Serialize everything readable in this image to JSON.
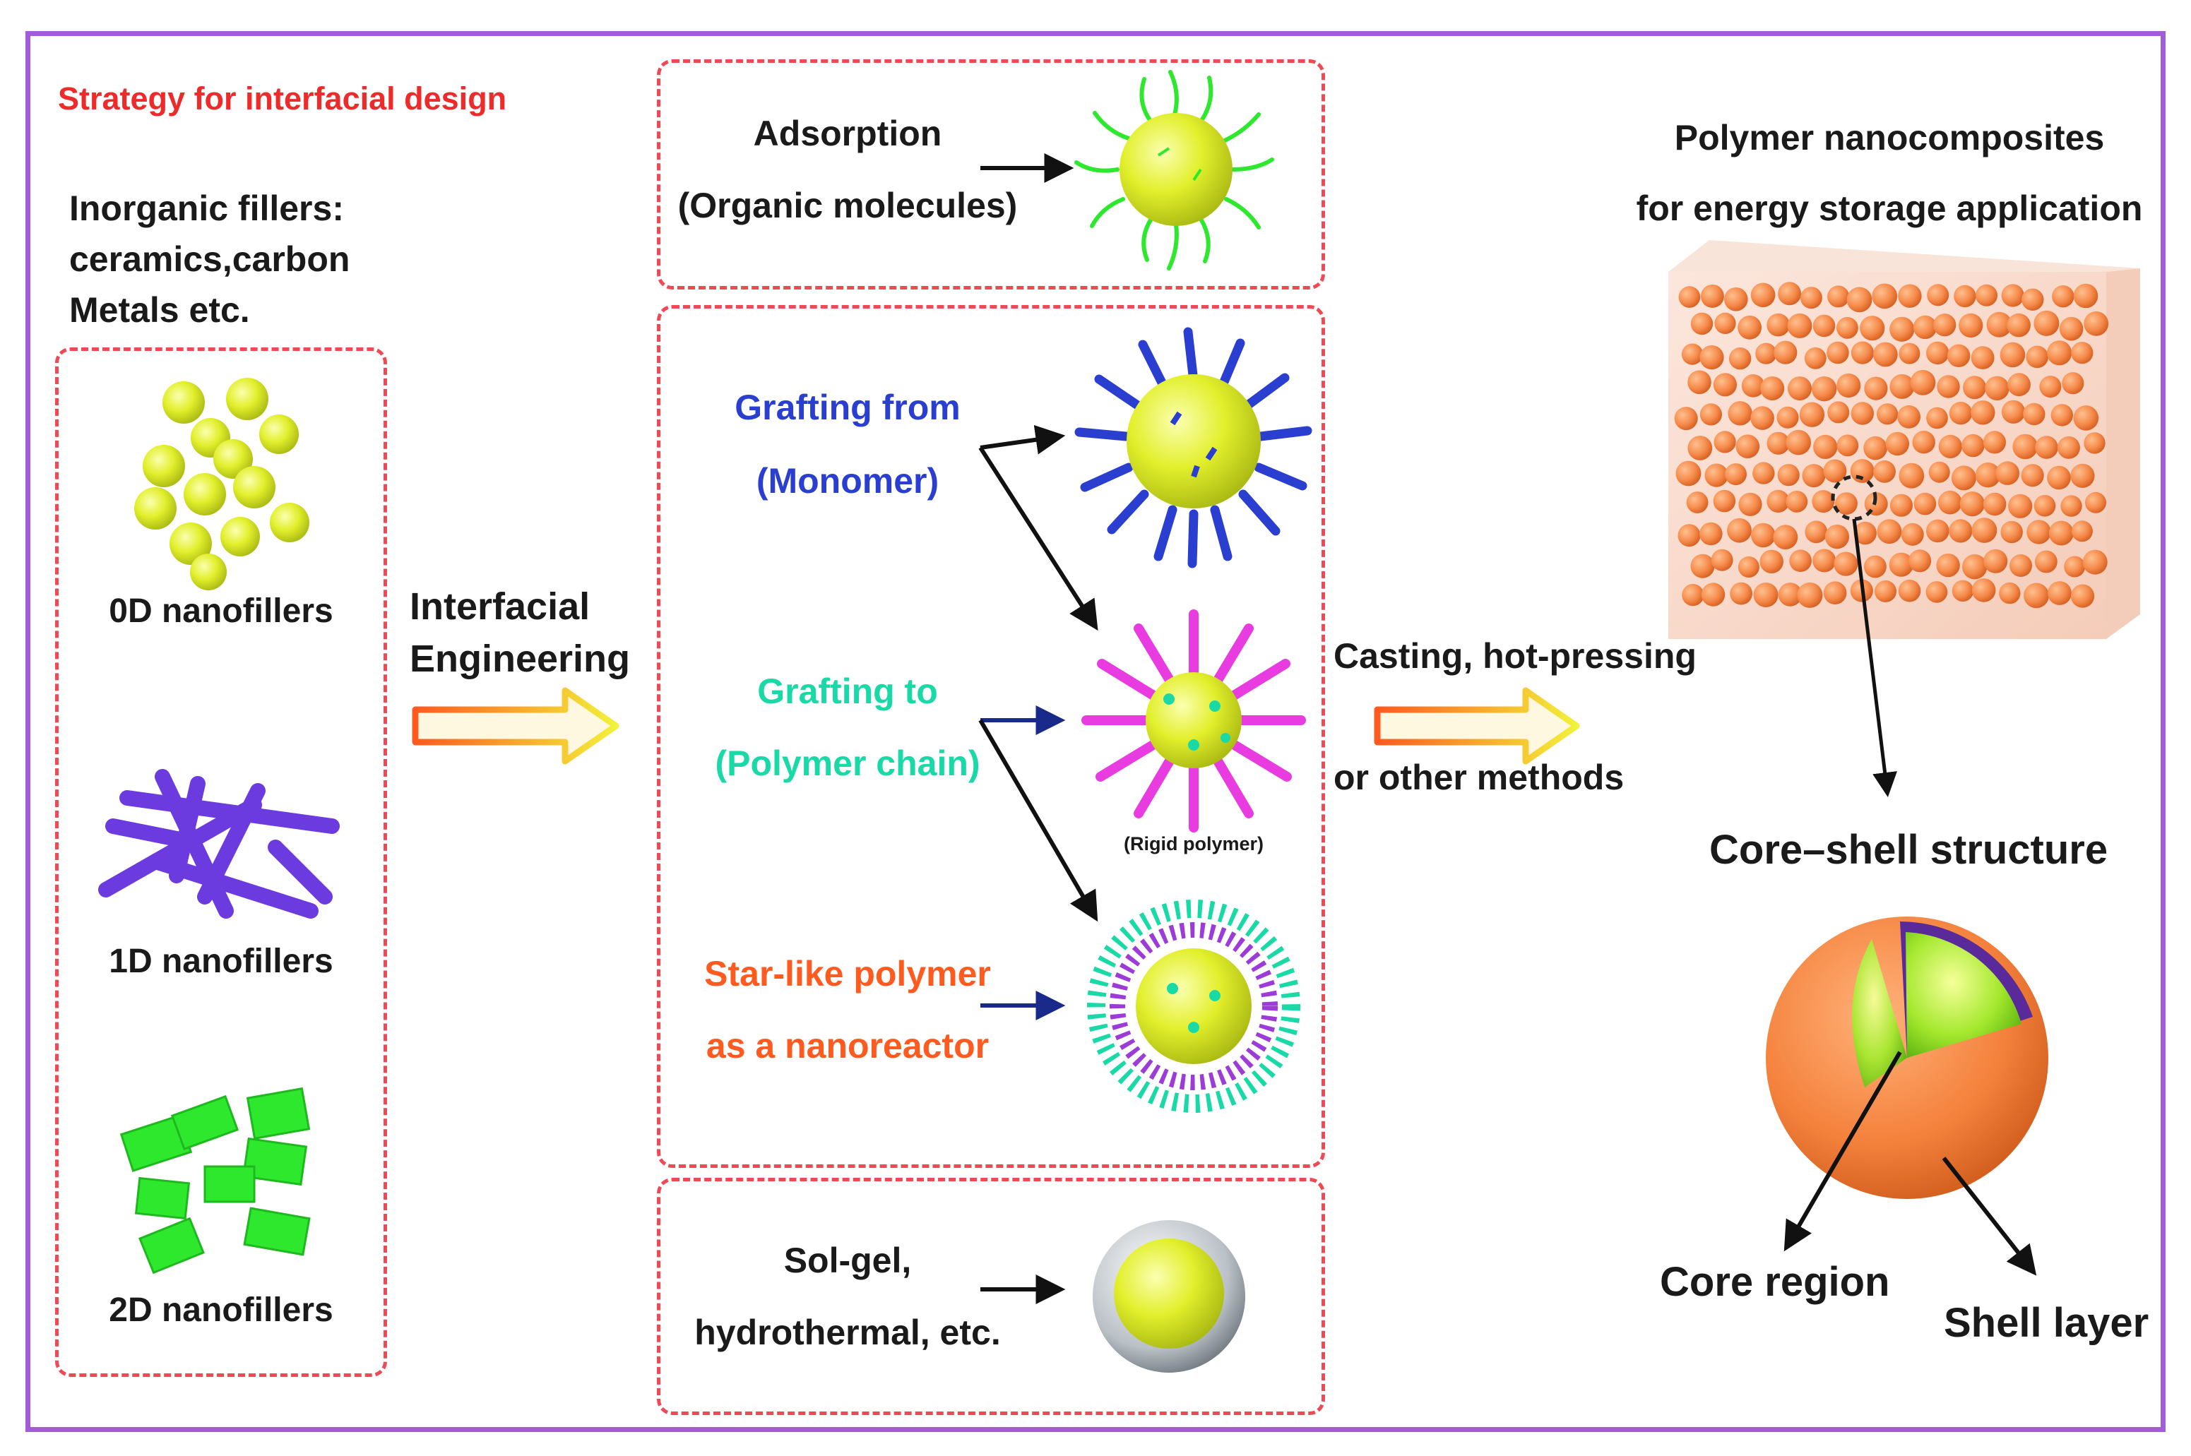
{
  "strategy_title": "Strategy for interfacial design",
  "fillers": {
    "heading_1": "Inorganic fillers:",
    "heading_2": "ceramics,carbon",
    "heading_3": "Metals etc.",
    "items": [
      "0D nanofillers",
      "1D nanofillers",
      "2D nanofillers"
    ]
  },
  "interfacial": {
    "line_1": "Interfacial",
    "line_2": "Engineering"
  },
  "adsorption": {
    "line_1": "Adsorption",
    "line_2": "(Organic molecules)"
  },
  "grafting_from": {
    "line_1": "Grafting from",
    "line_2": "(Monomer)"
  },
  "grafting_to": {
    "line_1": "Grafting to",
    "line_2": "(Polymer chain)"
  },
  "rigid_label": "(Rigid polymer)",
  "star": {
    "line_1": "Star-like polymer",
    "line_2": "as a nanoreactor"
  },
  "solgel": {
    "line_1": "Sol-gel,",
    "line_2": "hydrothermal, etc."
  },
  "casting": {
    "line_1": "Casting, hot-pressing",
    "line_2": "or other methods"
  },
  "composites": {
    "line_1": "Polymer nanocomposites",
    "line_2": "for energy storage application"
  },
  "core_shell": {
    "title": "Core–shell structure",
    "core_label": "Core region",
    "shell_label": "Shell layer"
  },
  "colors": {
    "frame": "#a35bd8",
    "dashed_box": "#ee4a55",
    "title_red": "#ee2b2b",
    "grafting_from": "#2a3fd0",
    "grafting_to": "#19d9a6",
    "star": "#ff5a1f",
    "filler_yellow": "#dbe82a",
    "rod_purple": "#6b3be0",
    "sheet_green": "#2ee82e",
    "particle_orange": "#f58a4a"
  }
}
